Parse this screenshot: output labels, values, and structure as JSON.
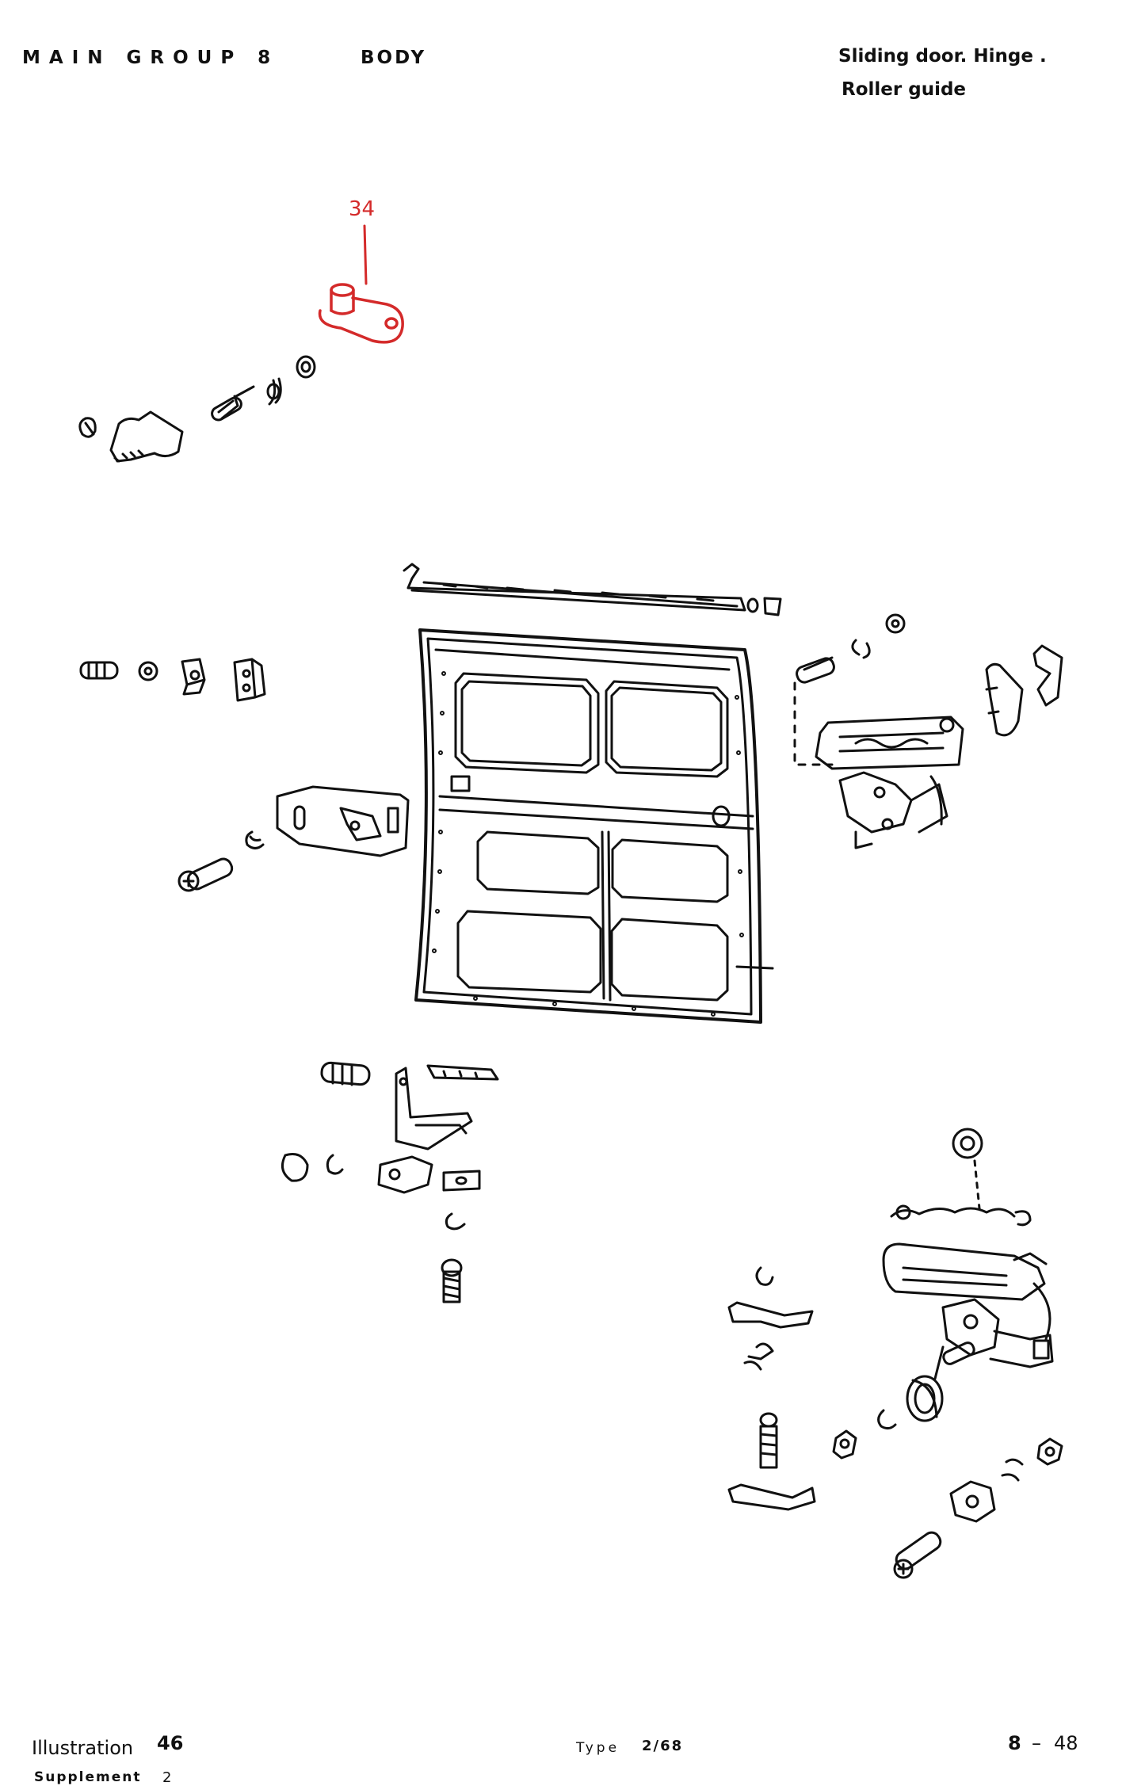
{
  "header": {
    "group": "MAIN GROUP 8",
    "section": "BODY",
    "title_line1": "Sliding door. Hinge .",
    "title_line2": "Roller guide"
  },
  "callout": {
    "number": "34",
    "color": "#d42a2a"
  },
  "footer": {
    "illustration_label": "Illustration",
    "illustration_number": "46",
    "supplement_label": "Supplement",
    "supplement_number": "2",
    "type_label": "Type",
    "type_value": "2/68",
    "page_main": "8",
    "page_dash": "–",
    "page_sub": "48"
  }
}
